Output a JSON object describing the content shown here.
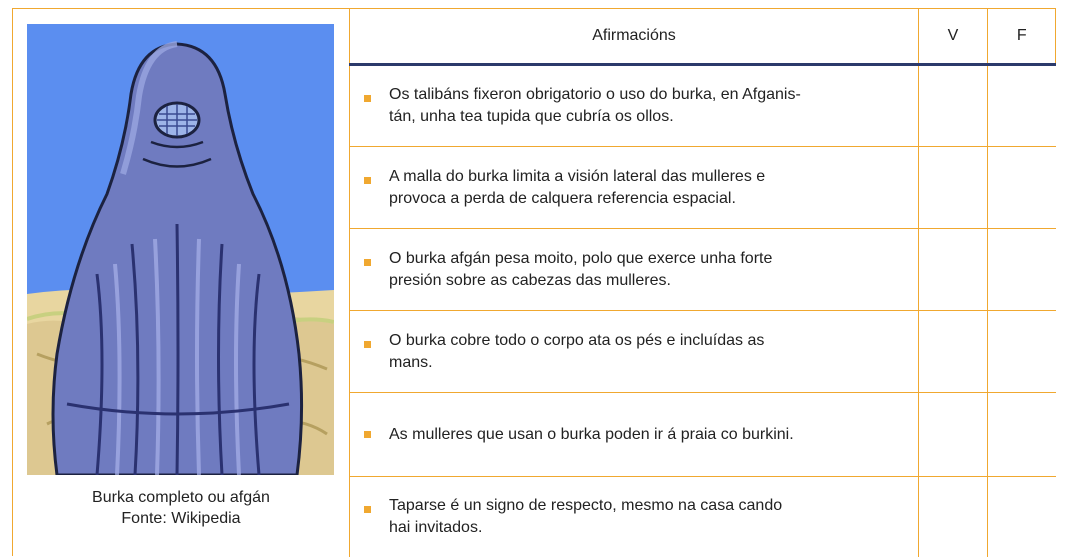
{
  "figure": {
    "caption_line1": "Burka completo ou afgán",
    "caption_line2": "Fonte: Wikipedia",
    "image_icon": "burka-illustration"
  },
  "table": {
    "header_statements": "Afirmacións",
    "header_true": "V",
    "header_false": "F",
    "rows": [
      {
        "line1": "Os talibáns fixeron obrigatorio o uso do burka, en Afganis-",
        "line2": "tán, unha tea tupida que cubría os ollos."
      },
      {
        "line1": "A malla do burka limita a visión lateral das mulleres e",
        "line2": "provoca a perda de calquera referencia espacial."
      },
      {
        "line1": "O burka afgán pesa moito, polo que exerce unha forte",
        "line2": "presión sobre as cabezas das mulleres."
      },
      {
        "line1": "O burka cobre todo o corpo ata os pés e incluídas as",
        "line2": "mans."
      },
      {
        "line1": "As mulleres que usan o burka poden ir á praia co burkini.",
        "line2": ""
      },
      {
        "line1": "Taparse é un signo de respecto, mesmo na casa cando",
        "line2": "hai invitados."
      }
    ]
  },
  "colors": {
    "border": "#f0a830",
    "header_rule": "#2b3a6b",
    "bullet": "#f0a830",
    "sky": "#5b8ef0"
  }
}
